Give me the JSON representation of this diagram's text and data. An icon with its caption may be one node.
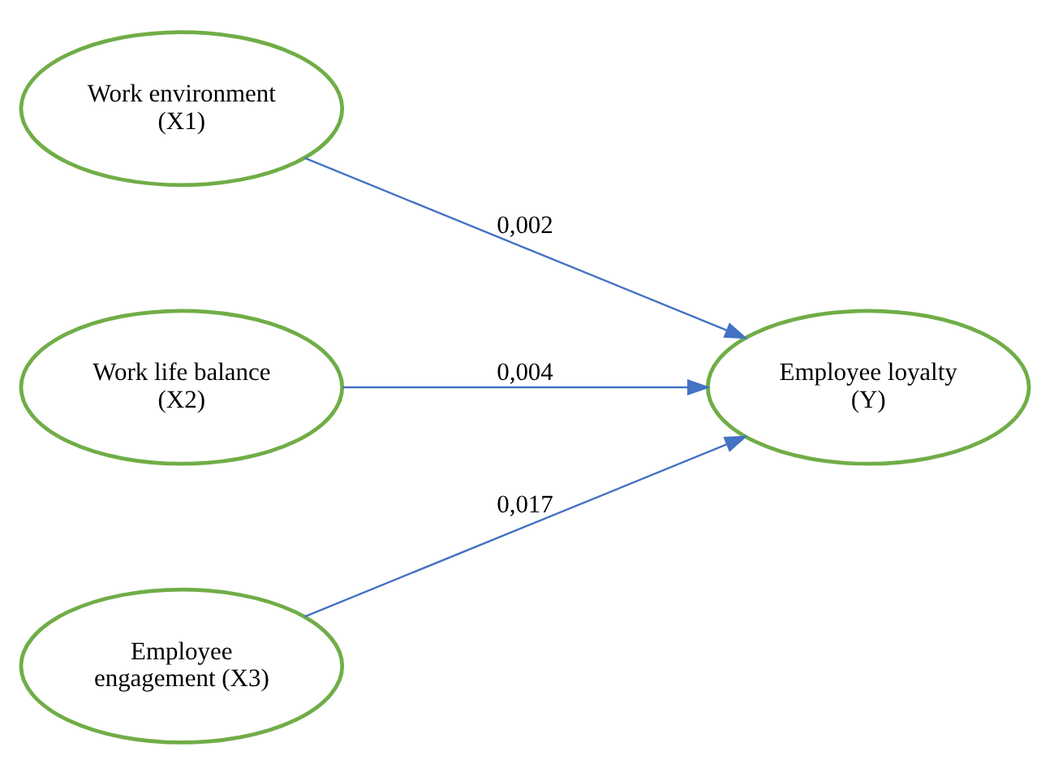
{
  "diagram": {
    "nodes": [
      {
        "text": [
          "Work environment (X1)"
        ]
      },
      {
        "text": [
          "Work life balance (X2)"
        ]
      },
      {
        "text": [
          "Employee engagement (X3)"
        ]
      },
      {
        "text": [
          "Employee loyalty (Y)"
        ]
      }
    ],
    "edges": [
      {
        "from": 0,
        "to": 3,
        "arrow": "to",
        "label": "0,002"
      },
      {
        "from": 1,
        "to": 3,
        "arrow": "to",
        "label": "0,004"
      },
      {
        "from": 2,
        "to": 3,
        "arrow": "to",
        "label": "0,017"
      }
    ]
  }
}
